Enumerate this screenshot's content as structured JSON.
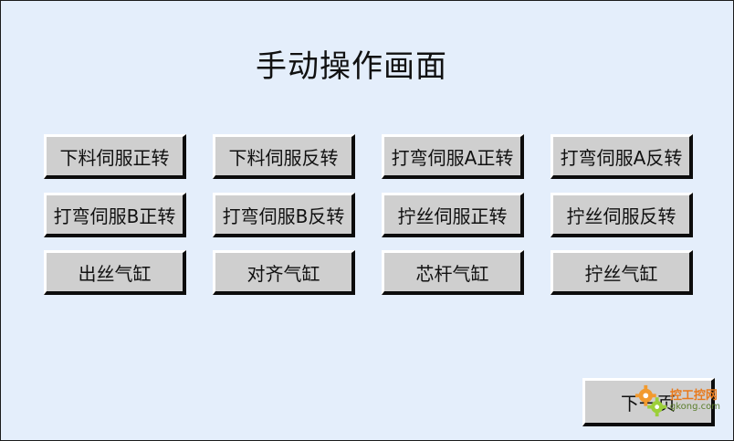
{
  "title": "手动操作画面",
  "buttons": [
    "下料伺服正转",
    "下料伺服反转",
    "打弯伺服A正转",
    "打弯伺服A反转",
    "打弯伺服B正转",
    "打弯伺服B反转",
    "拧丝伺服正转",
    "拧丝伺服反转",
    "出丝气缸",
    "对齐气缸",
    "芯杆气缸",
    "拧丝气缸"
  ],
  "next_page": "下一页",
  "watermark": {
    "brand": "控工控网",
    "url": "gkong.com"
  },
  "colors": {
    "background": "#e4eefb",
    "button_face": "#cfcfcf",
    "button_shadow": "#0c0c0c",
    "button_highlight": "#ffffff"
  }
}
